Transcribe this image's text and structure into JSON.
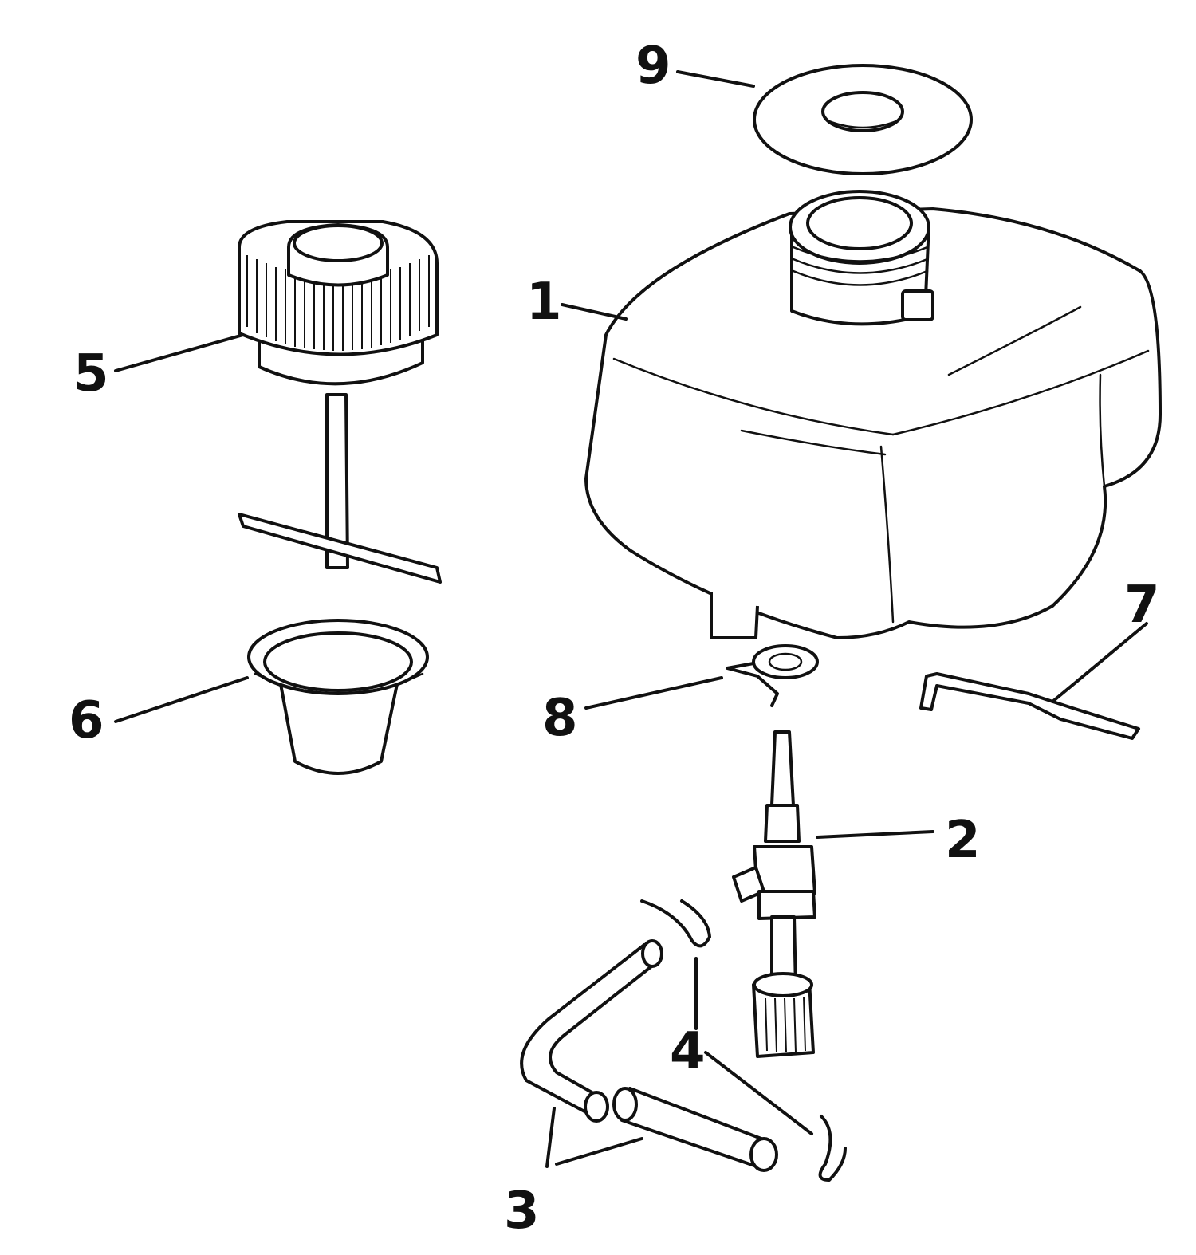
{
  "diagram": {
    "callouts": [
      {
        "id": "1",
        "label": "1",
        "part": "fuel-tank"
      },
      {
        "id": "2",
        "label": "2",
        "part": "fuel-valve"
      },
      {
        "id": "3",
        "label": "3",
        "part": "fuel-hoses"
      },
      {
        "id": "4",
        "label": "4",
        "part": "hose-clamps"
      },
      {
        "id": "5",
        "label": "5",
        "part": "filler-cap"
      },
      {
        "id": "6",
        "label": "6",
        "part": "filter-cup"
      },
      {
        "id": "7",
        "label": "7",
        "part": "retaining-clip"
      },
      {
        "id": "8",
        "label": "8",
        "part": "spring-clip"
      },
      {
        "id": "9",
        "label": "9",
        "part": "gasket-washer"
      }
    ]
  }
}
